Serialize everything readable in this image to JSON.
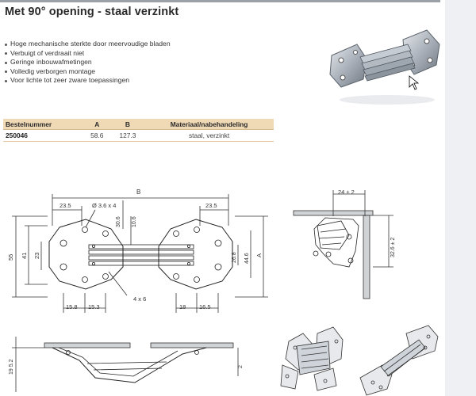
{
  "heading": "Met 90° opening - staal verzinkt",
  "features": [
    "Hoge mechanische sterkte door meervoudige bladen",
    "Verbuigt of verdraait niet",
    "Geringe inbouwafmetingen",
    "Volledig verborgen montage",
    "Voor lichte tot zeer zware toepassingen"
  ],
  "table": {
    "headers": [
      "Bestelnummer",
      "A",
      "B",
      "Materiaal/nabehandeling"
    ],
    "rows": [
      [
        "250046",
        "58.6",
        "127.3",
        "staal, verzinkt"
      ]
    ]
  },
  "drawing": {
    "dim_B": "B",
    "dim_23_5_left": "23.5",
    "dim_hole": "Ø 3.6 x 4",
    "dim_23_5_right": "23.5",
    "dim_30_6": "30.6",
    "dim_10_6": "10.6",
    "dim_55": "55",
    "dim_41": "41",
    "dim_23": "23",
    "dim_26_8": "26.8",
    "dim_44_6": "44.6",
    "dim_A": "A",
    "dim_4x6": "4 x 6",
    "dim_15_8": "15.8",
    "dim_15_3": "15.3",
    "dim_18": "18",
    "dim_16_5": "16.5",
    "dim_24": "24 ± 2",
    "dim_32_6": "32.6 ± 2",
    "dim_19_5_2": "19  5.2",
    "dim_2": "2"
  },
  "colors": {
    "table_header_bg": "#f0d9b5",
    "line_color": "#333333"
  }
}
